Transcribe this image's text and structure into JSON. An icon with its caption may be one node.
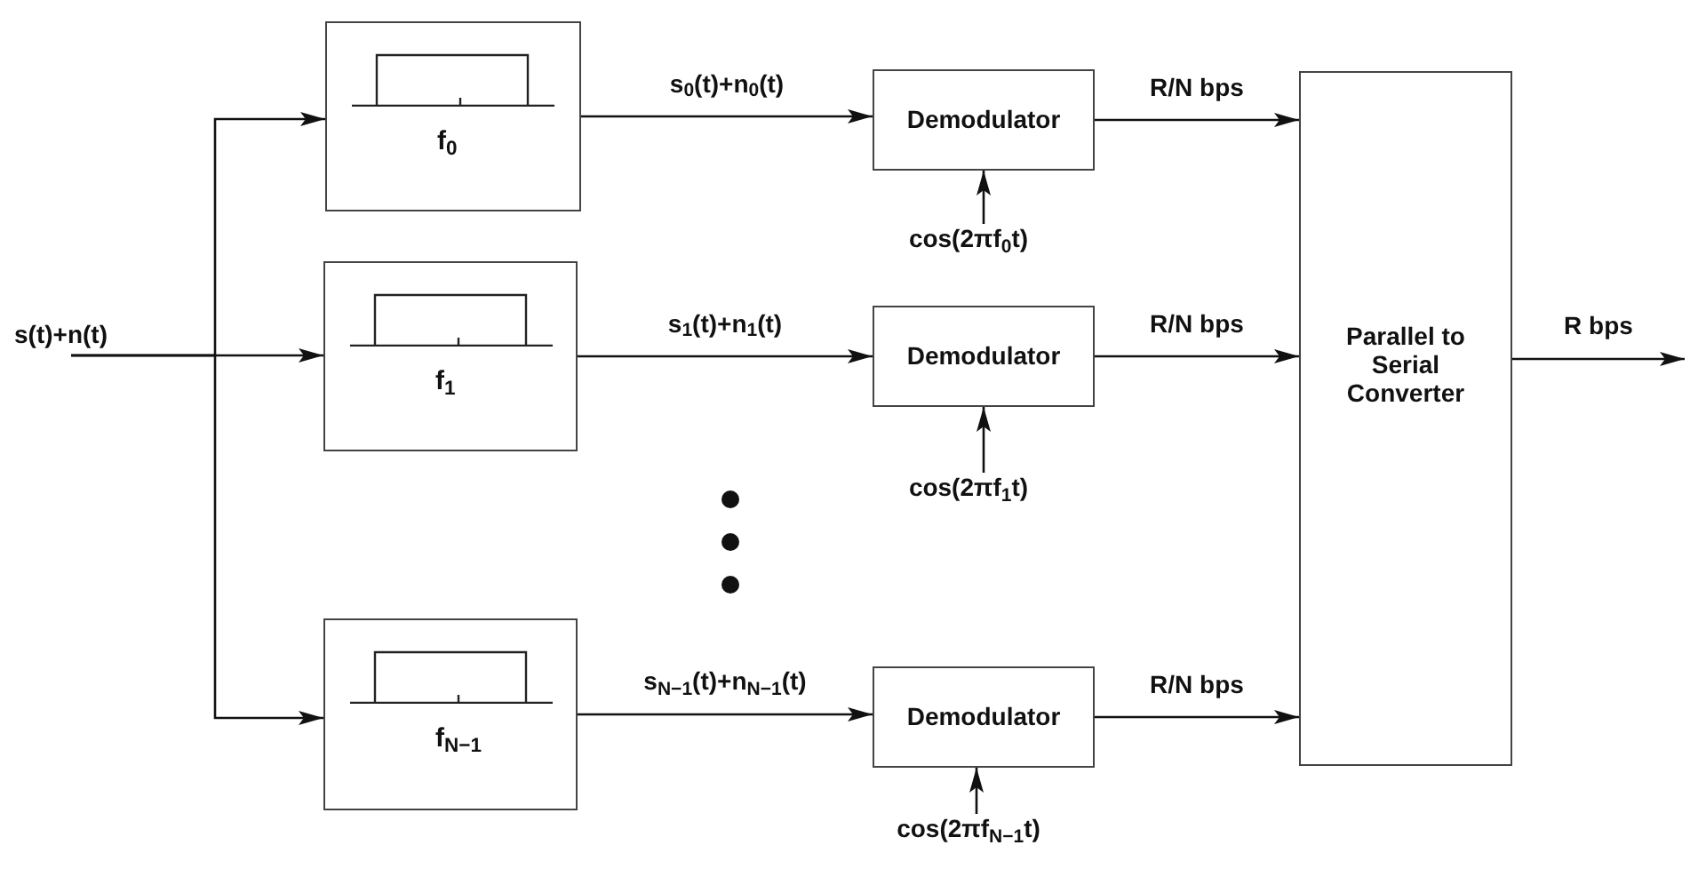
{
  "diagram": {
    "nodes": [
      {
        "text": [
          "f$_{0}$"
        ]
      },
      {
        "text": [
          "f$_{1}$"
        ]
      },
      {
        "text": [
          "f$_{N−1}$"
        ]
      },
      {
        "text": [
          "Demodulator"
        ]
      },
      {
        "text": [
          "Demodulator"
        ]
      },
      {
        "text": [
          "Demodulator"
        ]
      },
      {
        "text": [
          "Parallel to Serial Converter"
        ]
      },
      {
        "text": [
          "cos(2πf$_{0}$t)"
        ]
      },
      {
        "text": [
          "cos(2πf$_{1}$t)"
        ]
      },
      {
        "text": [
          "cos(2πf$_{N−1}$t)"
        ]
      },
      {
        "text": [
          "s(t)+n(t)"
        ]
      }
    ],
    "edges": [
      {
        "from": 10,
        "to": 0,
        "arrow": "to"
      },
      {
        "from": 10,
        "to": 1,
        "arrow": "to"
      },
      {
        "from": 10,
        "to": 2,
        "arrow": "to"
      },
      {
        "from": 0,
        "to": 3,
        "arrow": "to",
        "label": "s$_{0}$(t)+n$_{0}$(t)"
      },
      {
        "from": 1,
        "to": 4,
        "arrow": "to",
        "label": "s$_{1}$(t)+n$_{1}$(t)"
      },
      {
        "from": 2,
        "to": 5,
        "arrow": "to",
        "label": "s$_{N−1}$(t)+n$_{N−1}$(t)"
      },
      {
        "from": 3,
        "to": 6,
        "arrow": "to",
        "label": "R/N bps"
      },
      {
        "from": 4,
        "to": 6,
        "arrow": "to",
        "label": "R/N bps"
      },
      {
        "from": 5,
        "to": 6,
        "arrow": "to",
        "label": "R/N bps"
      },
      {
        "from": 7,
        "to": 3,
        "arrow": "to"
      },
      {
        "from": 8,
        "to": 4,
        "arrow": "to"
      },
      {
        "from": 9,
        "to": 5,
        "arrow": "to"
      },
      {
        "from": 6,
        "to": null,
        "arrow": "to",
        "label": "R bps"
      }
    ],
    "labels": []
  }
}
